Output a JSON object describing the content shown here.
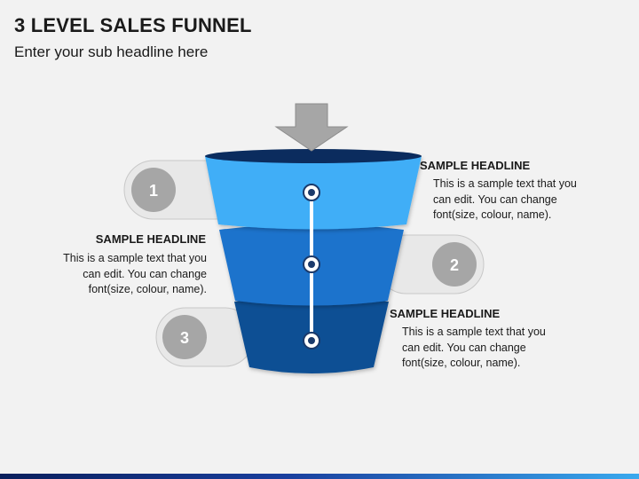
{
  "header": {
    "title": "3 LEVEL SALES FUNNEL",
    "subtitle": "Enter your sub headline here"
  },
  "levels": [
    {
      "number": "1",
      "headline": "SAMPLE HEADLINE",
      "lines": [
        "This is a sample text that you",
        "can edit. You can change",
        "font(size, colour, name)."
      ],
      "color": "#41aef7"
    },
    {
      "number": "2",
      "headline": "SAMPLE HEADLINE",
      "lines": [
        "This is a sample text that you",
        "can edit. You can change",
        "font(size, colour, name)."
      ],
      "color": "#1f73cc"
    },
    {
      "number": "3",
      "headline": "SAMPLE HEADLINE",
      "lines": [
        "This is a sample text that you",
        "can edit. You can change",
        "font(size, colour, name)."
      ],
      "color": "#0d4f94"
    }
  ],
  "colors": {
    "funnel_top_rim": "#0b2c5e",
    "arrow": "#a6a6a6",
    "tab": "#e8e8e8",
    "badge": "#a6a6a6",
    "connector": "#1b3a6b"
  },
  "icons": {
    "input_arrow": "down-arrow-icon"
  }
}
